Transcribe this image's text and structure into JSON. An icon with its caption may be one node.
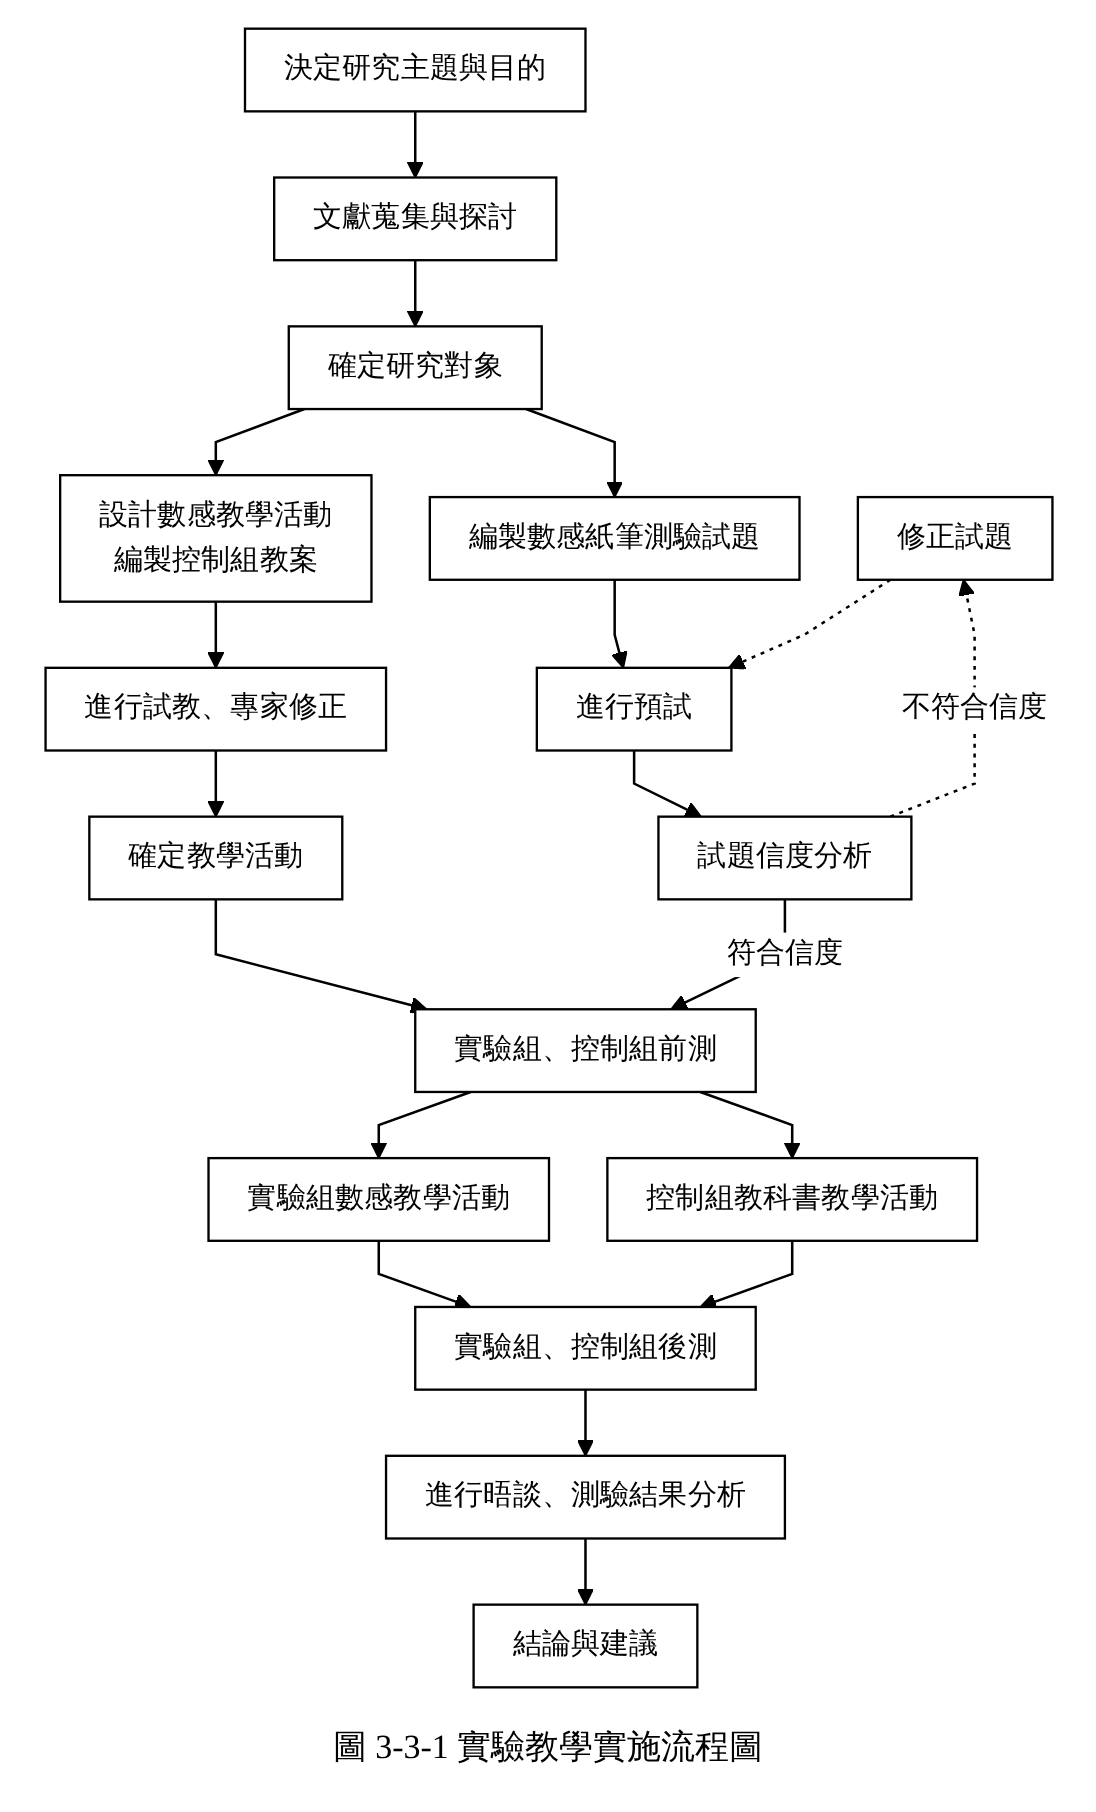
{
  "diagram": {
    "caption": "圖 3-3-1 實驗教學實施流程圖",
    "nodes": [
      {
        "text": [
          "決定研究主題與目的"
        ]
      },
      {
        "text": [
          "文獻蒐集與探討"
        ]
      },
      {
        "text": [
          "確定研究對象"
        ]
      },
      {
        "text": [
          "設計數感教學活動",
          "編製控制組教案"
        ]
      },
      {
        "text": [
          "編製數感紙筆測驗試題"
        ]
      },
      {
        "text": [
          "進行試教、專家修正"
        ]
      },
      {
        "text": [
          "進行預試"
        ]
      },
      {
        "text": [
          "修正試題"
        ]
      },
      {
        "text": [
          "確定教學活動"
        ]
      },
      {
        "text": [
          "試題信度分析"
        ]
      },
      {
        "text": [
          "實驗組、控制組前測"
        ]
      },
      {
        "text": [
          "實驗組數感教學活動"
        ]
      },
      {
        "text": [
          "控制組教科書教學活動"
        ]
      },
      {
        "text": [
          "實驗組、控制組後測"
        ]
      },
      {
        "text": [
          "進行晤談、測驗結果分析"
        ]
      },
      {
        "text": [
          "結論與建議"
        ]
      }
    ],
    "edges": [
      {
        "from": 0,
        "to": 1,
        "arrow": "to"
      },
      {
        "from": 1,
        "to": 2,
        "arrow": "to"
      },
      {
        "from": 2,
        "to": 3,
        "arrow": "to"
      },
      {
        "from": 2,
        "to": 4,
        "arrow": "to"
      },
      {
        "from": 3,
        "to": 5,
        "arrow": "to"
      },
      {
        "from": 4,
        "to": 6,
        "arrow": "to"
      },
      {
        "from": 5,
        "to": 8,
        "arrow": "to"
      },
      {
        "from": 6,
        "to": 9,
        "arrow": "to"
      },
      {
        "from": 9,
        "to": 7,
        "arrow": "to",
        "label": "不符合信度",
        "style": "dashed"
      },
      {
        "from": 7,
        "to": 6,
        "arrow": "to",
        "style": "dashed"
      },
      {
        "from": 8,
        "to": 10,
        "arrow": "to"
      },
      {
        "from": 9,
        "to": 10,
        "arrow": "to",
        "label": "符合信度"
      },
      {
        "from": 10,
        "to": 11,
        "arrow": "to"
      },
      {
        "from": 10,
        "to": 12,
        "arrow": "to"
      },
      {
        "from": 11,
        "to": 13,
        "arrow": "to"
      },
      {
        "from": 12,
        "to": 13,
        "arrow": "to"
      },
      {
        "from": 13,
        "to": 14,
        "arrow": "to"
      },
      {
        "from": 14,
        "to": 15,
        "arrow": "to"
      }
    ]
  }
}
